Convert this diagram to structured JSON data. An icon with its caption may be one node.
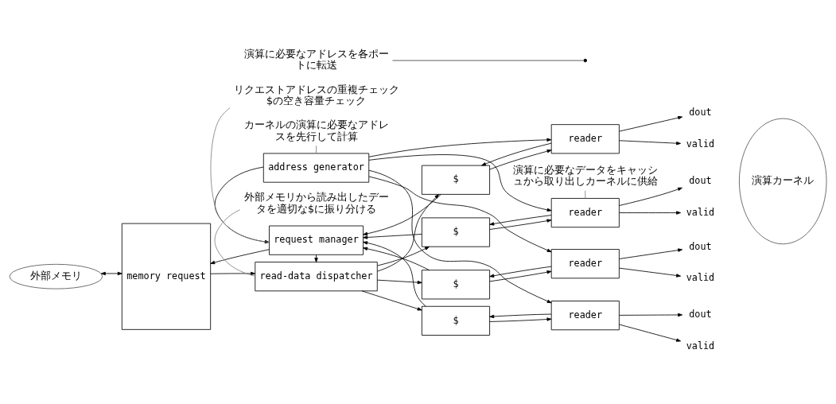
{
  "diagram": {
    "nodes": [
      {
        "text": [
          "address generator"
        ]
      },
      {
        "text": [
          "request manager"
        ]
      },
      {
        "text": [
          "memory request"
        ]
      },
      {
        "text": [
          "外部メモリ"
        ]
      },
      {
        "text": [
          "read-data dispatcher"
        ]
      },
      {
        "text": [
          "$"
        ]
      },
      {
        "text": [
          "$"
        ]
      },
      {
        "text": [
          "$"
        ]
      },
      {
        "text": [
          "$"
        ]
      },
      {
        "text": [
          "reader"
        ]
      },
      {
        "text": [
          "reader"
        ]
      },
      {
        "text": [
          "reader"
        ]
      },
      {
        "text": [
          "reader"
        ]
      },
      {
        "text": [
          "dout"
        ]
      },
      {
        "text": [
          "valid"
        ]
      },
      {
        "text": [
          "dout"
        ]
      },
      {
        "text": [
          "valid"
        ]
      },
      {
        "text": [
          "dout"
        ]
      },
      {
        "text": [
          "valid"
        ]
      },
      {
        "text": [
          "dout"
        ]
      },
      {
        "text": [
          "valid"
        ]
      },
      {
        "text": [
          "演算カーネル"
        ]
      },
      {
        "text": [
          "カーネルの演算に必要なアドレスを先行して計算"
        ]
      },
      {
        "text": [
          "リクエストアドレスの重複チェック $の空き容量チェック"
        ]
      },
      {
        "text": [
          "演算に必要なアドレスを各ポートに転送"
        ]
      },
      {
        "text": [
          "外部メモリから読み出したデータを適切な$に振り分ける"
        ]
      },
      {
        "text": [
          "演算に必要なデータをキャッシュから取り出しカーネルに供給"
        ]
      }
    ],
    "edges": [
      {
        "from": 0,
        "to": 1,
        "arrow": "to"
      },
      {
        "from": 0,
        "to": 9,
        "arrow": "to"
      },
      {
        "from": 0,
        "to": 10,
        "arrow": "to"
      },
      {
        "from": 0,
        "to": 11,
        "arrow": "to"
      },
      {
        "from": 0,
        "to": 12,
        "arrow": "to"
      },
      {
        "from": 1,
        "to": 2,
        "arrow": "to"
      },
      {
        "from": 3,
        "to": 2,
        "arrow": "both"
      },
      {
        "from": 2,
        "to": 4,
        "arrow": "to"
      },
      {
        "from": 1,
        "to": 4,
        "arrow": "to"
      },
      {
        "from": 5,
        "to": 1,
        "arrow": "to"
      },
      {
        "from": 6,
        "to": 1,
        "arrow": "to"
      },
      {
        "from": 7,
        "to": 1,
        "arrow": "to"
      },
      {
        "from": 8,
        "to": 1,
        "arrow": "to"
      },
      {
        "from": 4,
        "to": 5,
        "arrow": "to"
      },
      {
        "from": 4,
        "to": 6,
        "arrow": "to"
      },
      {
        "from": 4,
        "to": 7,
        "arrow": "to"
      },
      {
        "from": 4,
        "to": 8,
        "arrow": "to"
      },
      {
        "from": 5,
        "to": 9,
        "arrow": "to"
      },
      {
        "from": 9,
        "to": 5,
        "arrow": "to"
      },
      {
        "from": 6,
        "to": 10,
        "arrow": "to"
      },
      {
        "from": 10,
        "to": 6,
        "arrow": "to"
      },
      {
        "from": 7,
        "to": 11,
        "arrow": "to"
      },
      {
        "from": 11,
        "to": 7,
        "arrow": "to"
      },
      {
        "from": 8,
        "to": 12,
        "arrow": "to"
      },
      {
        "from": 12,
        "to": 8,
        "arrow": "to"
      },
      {
        "from": 9,
        "to": 13,
        "arrow": "to"
      },
      {
        "from": 9,
        "to": 14,
        "arrow": "to"
      },
      {
        "from": 10,
        "to": 15,
        "arrow": "to"
      },
      {
        "from": 10,
        "to": 16,
        "arrow": "to"
      },
      {
        "from": 11,
        "to": 17,
        "arrow": "to"
      },
      {
        "from": 11,
        "to": 18,
        "arrow": "to"
      },
      {
        "from": 12,
        "to": 19,
        "arrow": "to"
      },
      {
        "from": 12,
        "to": 20,
        "arrow": "to"
      },
      {
        "from": 22,
        "to": 0,
        "arrow": "none",
        "color": "#808080"
      },
      {
        "from": 23,
        "to": 1,
        "arrow": "none",
        "color": "#808080"
      },
      {
        "from": 24,
        "to": null,
        "arrow": "none",
        "color": "#808080"
      },
      {
        "from": 25,
        "to": 4,
        "arrow": "none",
        "color": "#808080"
      },
      {
        "from": 26,
        "to": 12,
        "arrow": "none",
        "color": "#808080"
      }
    ]
  }
}
